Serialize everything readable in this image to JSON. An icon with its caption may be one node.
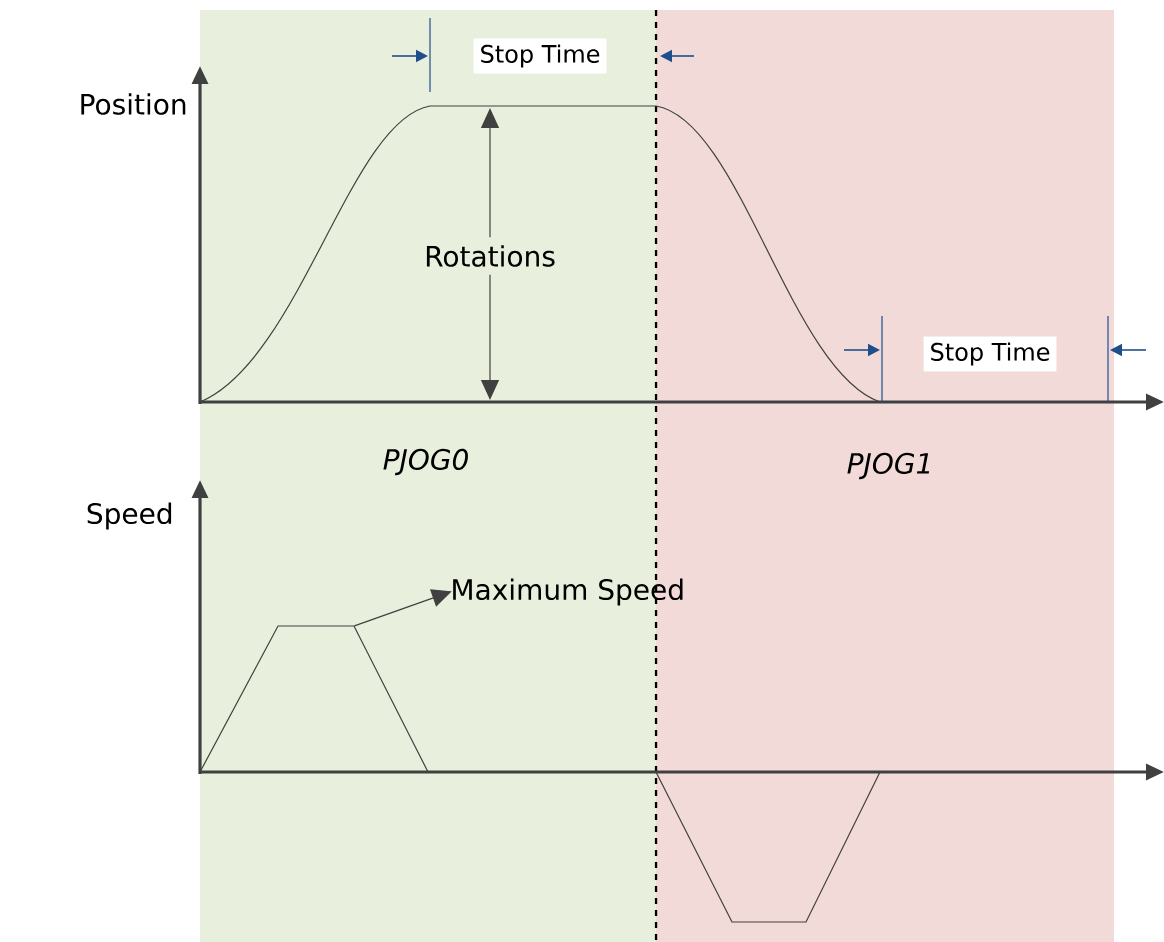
{
  "diagram": {
    "nodes": [
      {
        "text": [
          "PJOG0"
        ]
      },
      {
        "text": [
          "PJOG1"
        ]
      },
      {
        "text": [
          "Maximum Speed"
        ]
      },
      {
        "text": [],
        "shape": "curve",
        "in": 0
      }
    ],
    "edges": [
      {
        "from": 3,
        "to": 2,
        "arrow": "to"
      }
    ],
    "labels": [
      "Stop Time",
      "Position",
      "Rotations",
      "Stop Time",
      "Speed"
    ]
  }
}
